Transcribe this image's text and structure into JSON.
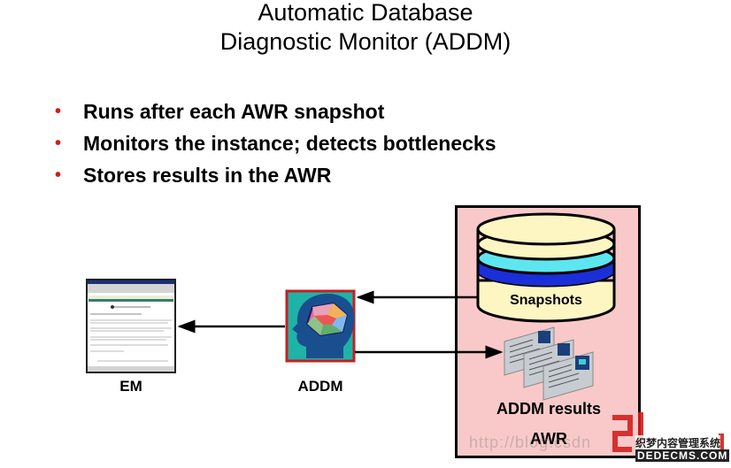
{
  "title": {
    "line1": "Automatic Database",
    "line2": "Diagnostic Monitor (ADDM)"
  },
  "bullets": [
    "Runs after each AWR snapshot",
    "Monitors the instance; detects bottlenecks",
    "Stores results in the AWR"
  ],
  "diagram": {
    "em_label": "EM",
    "addm_label": "ADDM",
    "snapshots_label": "Snapshots",
    "addm_results_label": "ADDM results",
    "awr_label": "AWR"
  },
  "colors": {
    "bullet": "#cc1f1f",
    "awr_box": "#f9c9c9",
    "disk_cream": "#fdf6c3",
    "disk_cyan": "#5ee6f0",
    "disk_blue": "#1a2fd8",
    "addm_bg": "#1fb3a8",
    "addm_border": "#c81e1e",
    "head": "#1a4f8f"
  },
  "watermark": {
    "url": "http://blog.csdn",
    "brand": "织梦内容管理系统",
    "domain": "DEDECMS.COM"
  }
}
